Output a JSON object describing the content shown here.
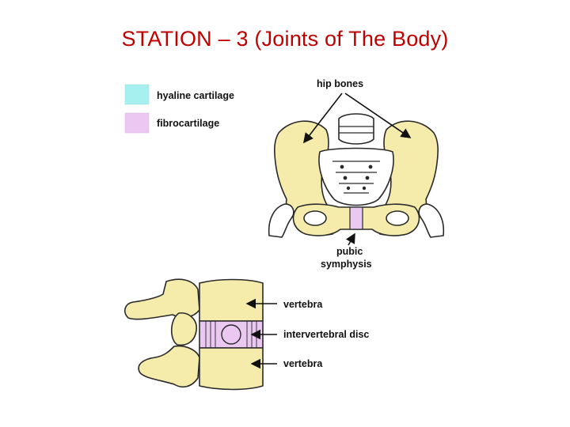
{
  "slide": {
    "title": "STATION – 3 (Joints of The Body)"
  },
  "legend": {
    "items": [
      {
        "label": "hyaline cartilage",
        "color": "#a6f0f0"
      },
      {
        "label": "fibrocartilage",
        "color": "#ebc8f2"
      }
    ]
  },
  "pelvis": {
    "label_hip_bones": "hip bones",
    "label_pubic_line1": "pubic",
    "label_pubic_line2": "symphysis"
  },
  "spine": {
    "label_vertebra_top": "vertebra",
    "label_disc": "intervertebral disc",
    "label_vertebra_bottom": "vertebra"
  },
  "colors": {
    "title": "#c00000",
    "bone": "#f5ecac",
    "bone_outline": "#2a2a2a",
    "hyaline": "#a6f0f0",
    "fibro": "#ebc8f2"
  }
}
